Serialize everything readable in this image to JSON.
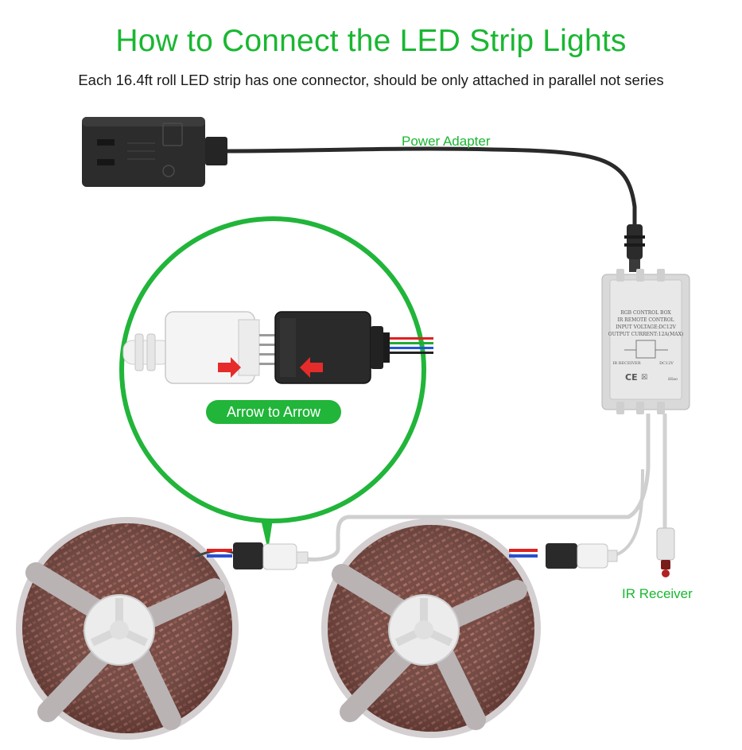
{
  "header": {
    "title": "How to Connect the LED Strip Lights",
    "subtitle": "Each 16.4ft roll LED strip has one connector, should be only attached in parallel not series"
  },
  "labels": {
    "power_adapter": "Power Adapter",
    "ir_receiver": "IR Receiver",
    "arrow_hint": "Arrow to Arrow"
  },
  "control_box": {
    "line1": "RGB CONTROL BOX",
    "line2": "IR REMOTE CONTROL",
    "line3": "INPUT VOLTAGE:DC12V",
    "line4": "OUTPUT CURRENT:12A(MAX)",
    "port_left": "IR RECEIVER",
    "port_right": "DC12V",
    "cert": "CE",
    "brand": "iHao"
  },
  "colors": {
    "accent": "#19b731",
    "pill": "#21b53a",
    "strip": "#7a4a43",
    "cable": "#d8d8d8"
  }
}
